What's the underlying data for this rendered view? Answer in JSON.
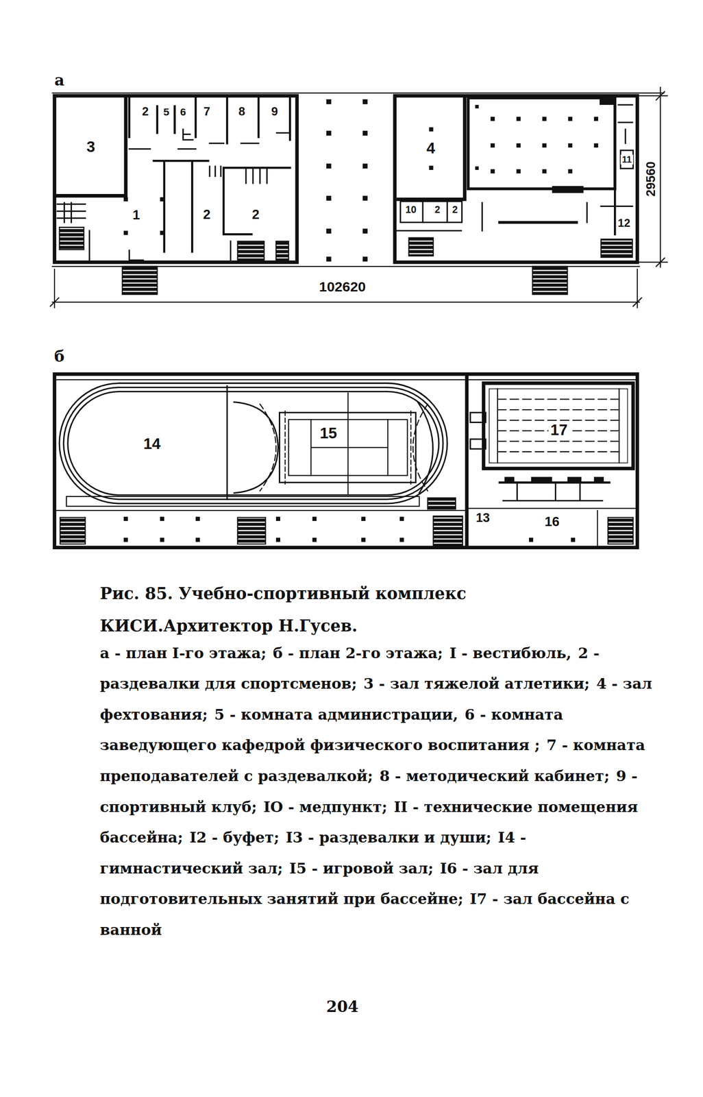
{
  "diagram": {
    "caption": "Рис. 85. Учебно-спортивный комплекс КИСИ.Архитектор Н.Гусев.",
    "nodes": [
      {
        "text": [
          "3"
        ]
      },
      {
        "text": [
          "4"
        ]
      },
      {
        "text": [
          "14"
        ]
      },
      {
        "text": [
          "15"
        ]
      },
      {
        "text": [
          "17"
        ]
      }
    ],
    "labels": [
      "а",
      "2",
      "5",
      "6",
      "7",
      "8",
      "9",
      "1",
      "2",
      "2",
      "10",
      "2",
      "2",
      "11",
      "12",
      "102620",
      "29560",
      "б",
      "13",
      "16",
      "а - план I-го этажа;",
      "б - план 2-го этажа;",
      "I - вестибюль,",
      "2 - раздевалки для спортсменов;",
      "3 - зал тяжелой атлетики;",
      "4 - зал фехтования;",
      "5 - комната администрации,",
      "6 - комната заведующего кафедрой физического воспитания ;",
      "7 - комната преподавателей с раздевалкой;",
      "8 - методический кабинет;",
      "9 - спортивный клуб;",
      "IO - медпункт;",
      "II - технические помещения бассейна;",
      "I2 - буфет;",
      "I3 - раздевалки и души;",
      "I4 - гимнастический зал;",
      "I5 - игровой зал;",
      "I6 - зал для подготовительных занятий при бассейне;",
      "I7 - зал бассейна с ванной",
      "204"
    ]
  }
}
